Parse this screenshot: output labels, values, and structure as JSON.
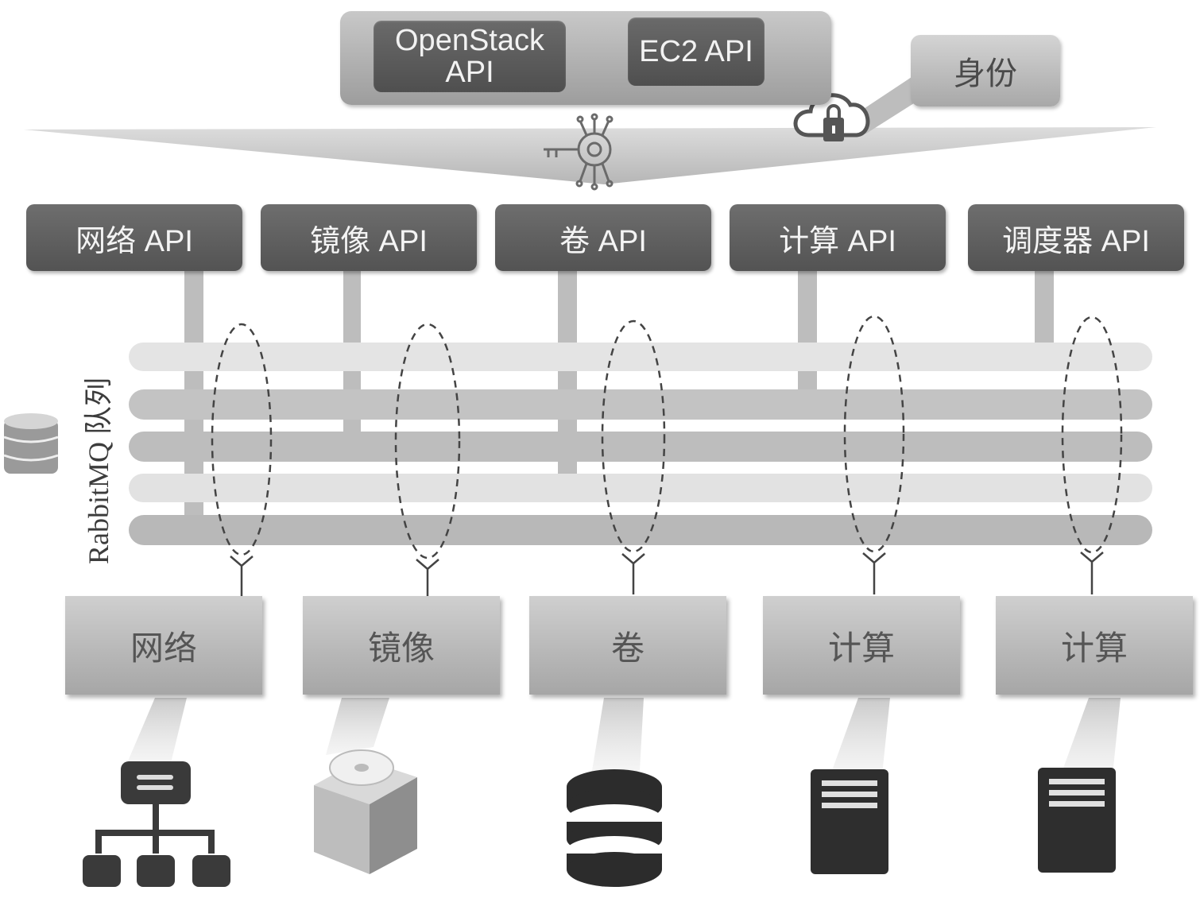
{
  "gateway": {
    "openstack_api_line1": "OpenStack",
    "openstack_api_line2": "API",
    "ec2_api": "EC2 API",
    "identity": "身份"
  },
  "apis": [
    {
      "label": "网络 API"
    },
    {
      "label": "镜像 API"
    },
    {
      "label": "卷 API"
    },
    {
      "label": "计算 API"
    },
    {
      "label": "调度器 API"
    }
  ],
  "queue": {
    "label": "RabbitMQ 队列"
  },
  "services": [
    {
      "label": "网络",
      "icon": "network-topology-icon"
    },
    {
      "label": "镜像",
      "icon": "image-disk-box-icon"
    },
    {
      "label": "卷",
      "icon": "database-stack-icon"
    },
    {
      "label": "计算",
      "icon": "server-icon"
    },
    {
      "label": "计算",
      "icon": "server-icon"
    }
  ],
  "colors": {
    "dark_box": "#5e5e5e",
    "light_box": "#bdbdbd",
    "pipe_dark": "#bcbcbc",
    "pipe_light": "#e2e2e2"
  }
}
